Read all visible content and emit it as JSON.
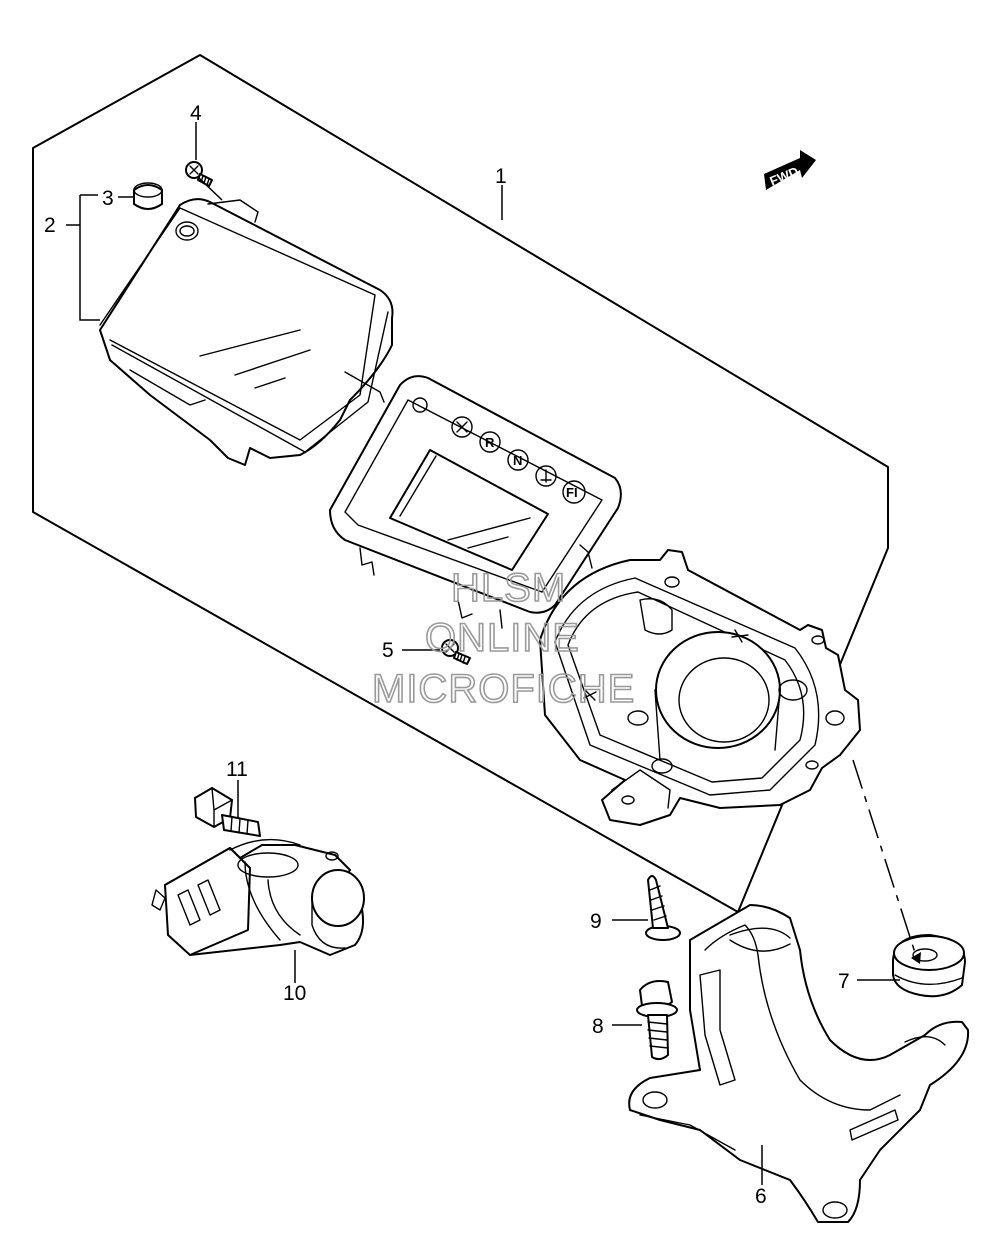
{
  "callouts": {
    "c1": "1",
    "c2": "2",
    "c3": "3",
    "c4": "4",
    "c5": "5",
    "c6": "6",
    "c7": "7",
    "c8": "8",
    "c9": "9",
    "c10": "10",
    "c11": "11"
  },
  "direction_badge": "FWD",
  "indicator_glyphs": {
    "r": "R",
    "n": "N",
    "fi": "FI"
  },
  "watermark": {
    "line1": "HLSM",
    "line2": "ONLINE",
    "line3": "MICROFICHE"
  }
}
